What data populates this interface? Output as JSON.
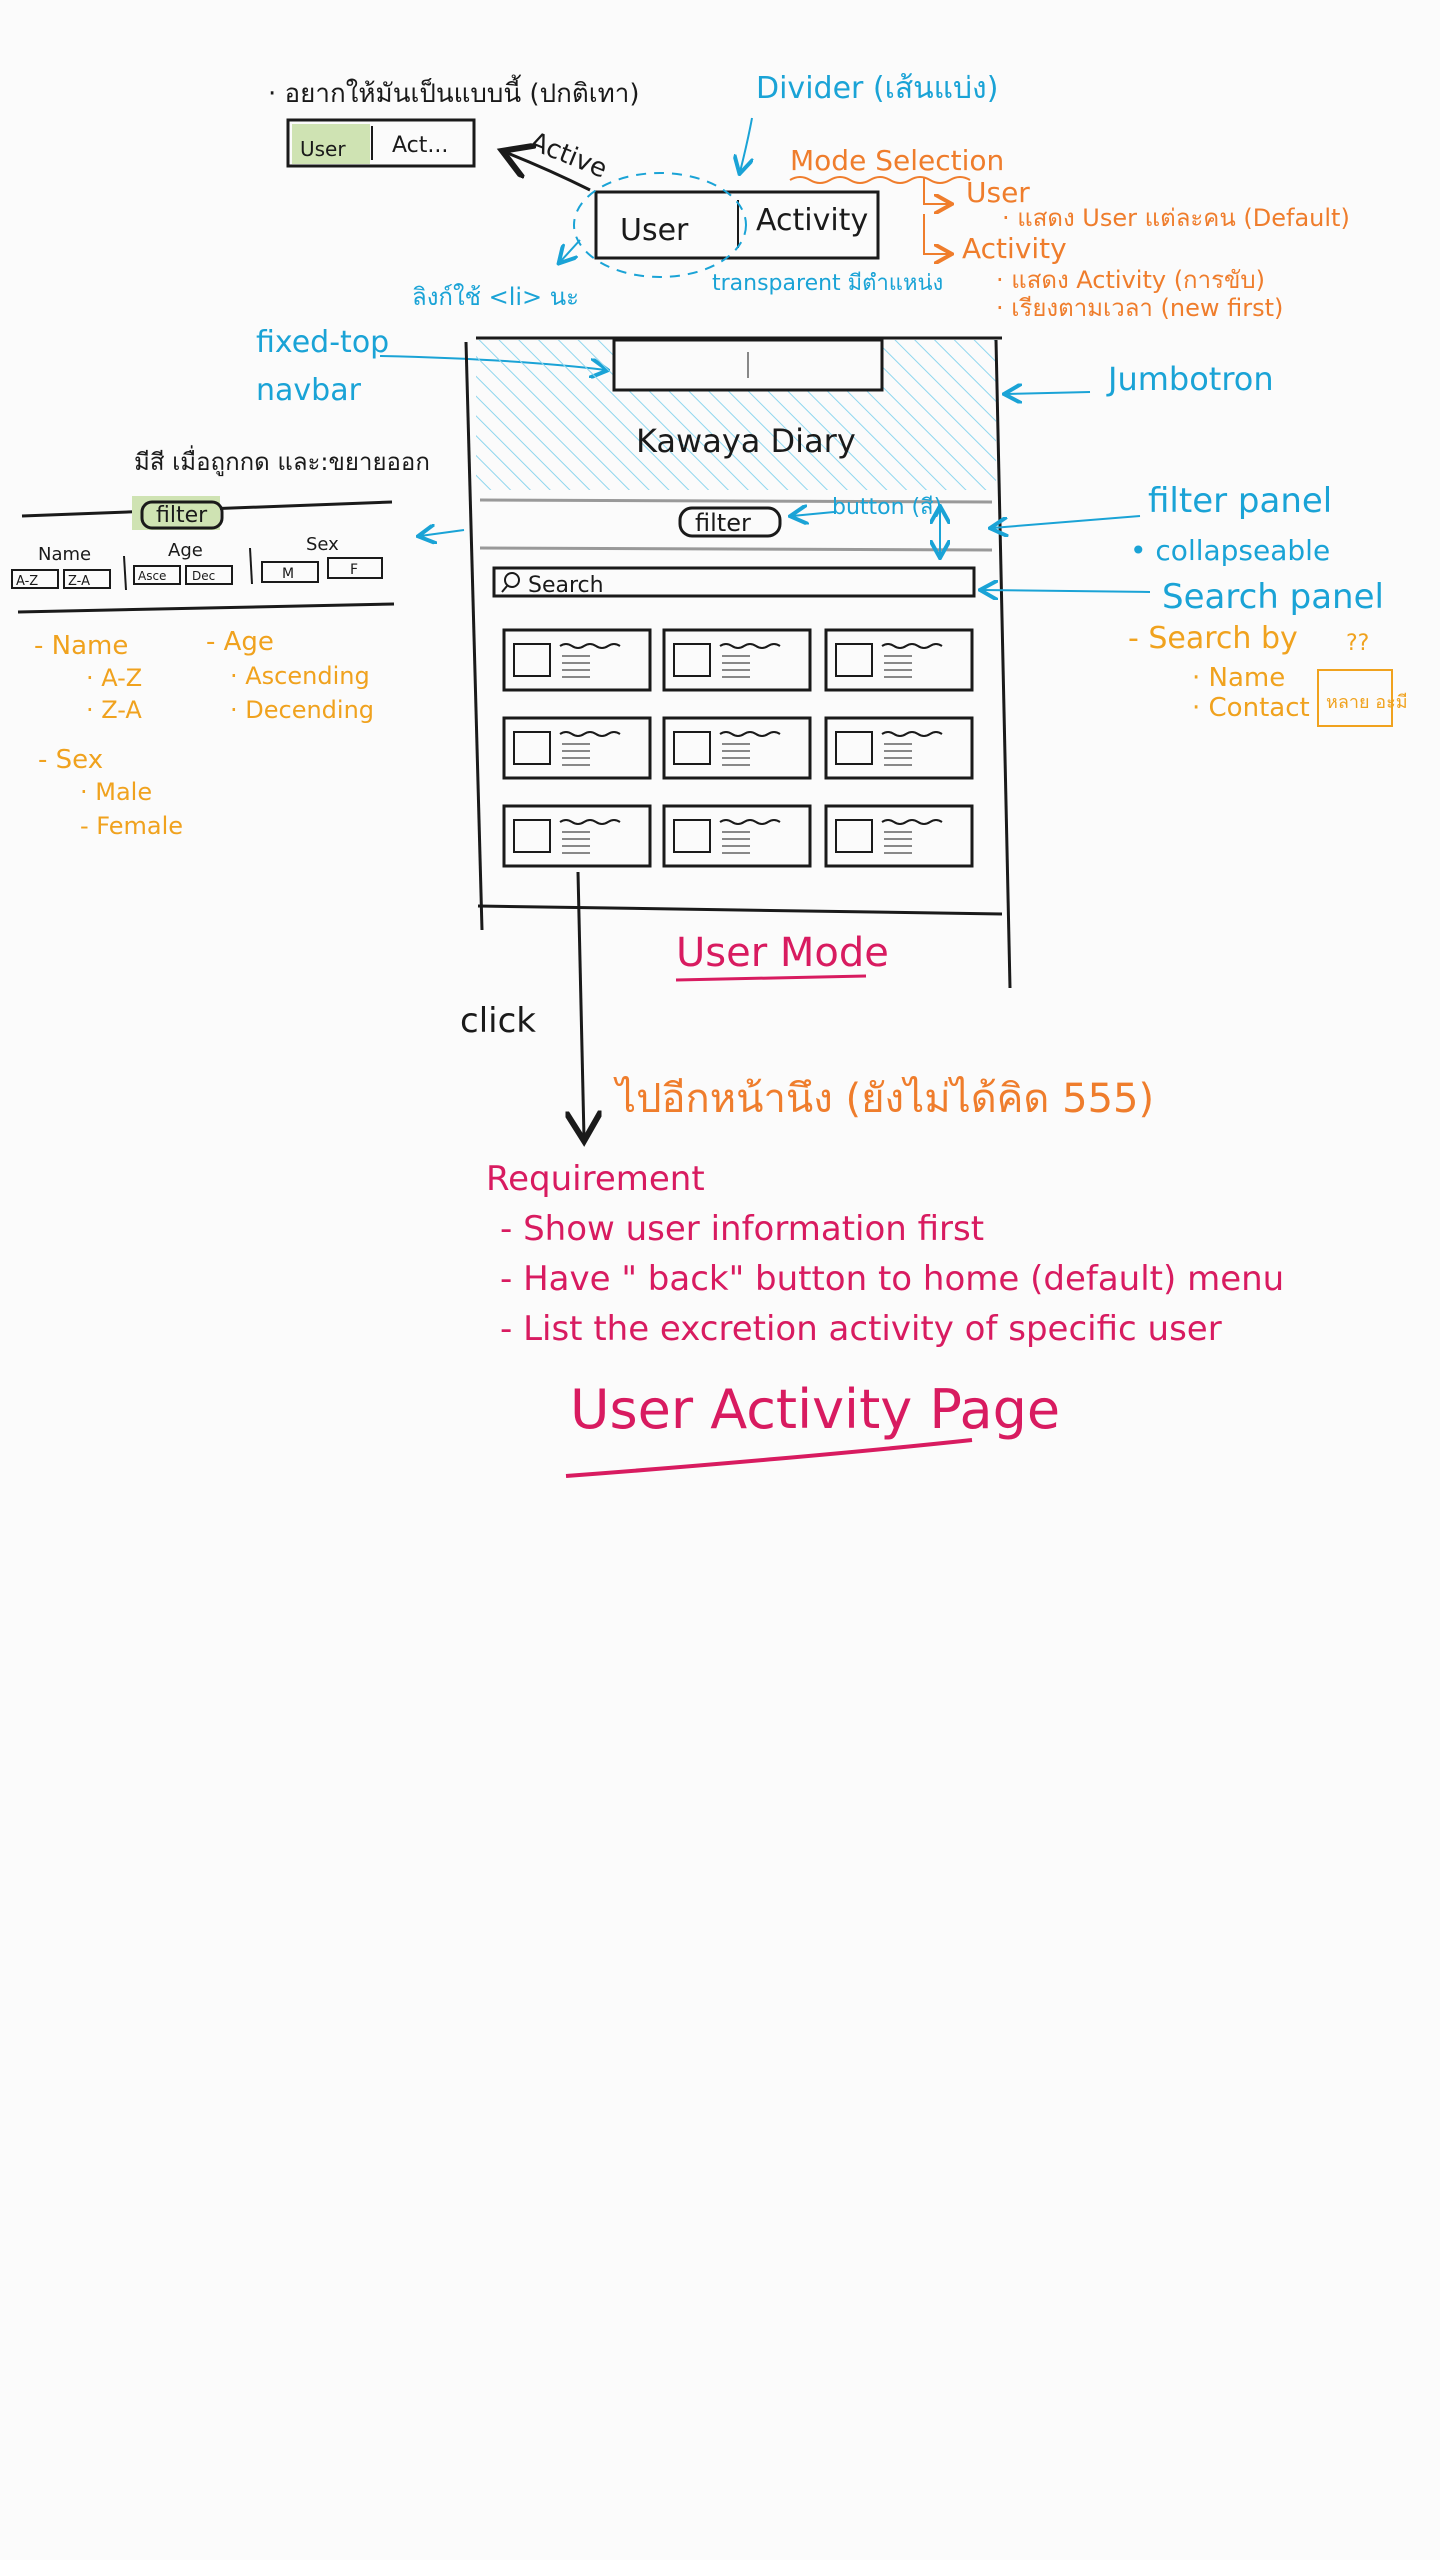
{
  "colors": {
    "ink": "#1a1a1a",
    "cyan": "#1aa3d6",
    "orange": "#ef7d2c",
    "amber": "#f0a21e",
    "magenta": "#d81b60",
    "green_hl": "#cfe3b3",
    "hatch": "#8fd6ee"
  },
  "top_note": {
    "title": "· อยากให้มันเป็นแบบนี้ (ปกติเทา)",
    "tab_user": "User",
    "tab_act": "Act...",
    "active_label": "Active"
  },
  "toggle": {
    "user": "User",
    "activity": "Activity",
    "li_note": "ลิงก์ใช้ <li> นะ",
    "transparent_note": "transparent มีตำแหน่ง"
  },
  "divider_note": "Divider (เส้นแบ่ง)",
  "mode_selection": {
    "title": "Mode Selection",
    "user": "User",
    "user_desc": "· แสดง User แต่ละคน (Default)",
    "activity": "Activity",
    "activity_desc1": "· แสดง Activity (การขับ)",
    "activity_desc2": "· เรียงตามเวลา (new first)"
  },
  "navbar_note": {
    "line1": "fixed-top",
    "line2": "navbar"
  },
  "jumbotron_note": "Jumbotron",
  "wireframe": {
    "title": "Kawaya Diary",
    "filter_button": "filter",
    "button_note": "button (สี)",
    "search": "Search"
  },
  "filter_panel": {
    "heading": "มีสี เมื่อถูกกด และ:ขยายออก",
    "tab": "filter",
    "name_label": "Name",
    "age_label": "Age",
    "sex_label": "Sex",
    "name_btn1": "A-Z",
    "name_btn2": "Z-A",
    "age_btn1": "Asce",
    "age_btn2": "Dec",
    "sex_btn1": "M",
    "sex_btn2": "F"
  },
  "filter_options": {
    "name": "- Name",
    "name_a": "· A-Z",
    "name_z": "· Z-A",
    "age": "- Age",
    "age_asc": "· Ascending",
    "age_desc": "· Decending",
    "sex": "- Sex",
    "sex_m": "· Male",
    "sex_f": "- Female"
  },
  "right_notes": {
    "filter_panel": "filter panel",
    "collapseable": "• collapseable",
    "search_panel": "Search panel",
    "search_by": "- Search by",
    "qq": "??",
    "name": "· Name",
    "contact": "· Contact",
    "box": "หลาย อะมี"
  },
  "user_mode": "User Mode",
  "click": "click",
  "todo_note": "ไปอีกหน้านึง (ยังไม่ได้คิด 555)",
  "requirement": {
    "title": "Requirement",
    "items": [
      "- Show user information first",
      "- Have \" back\" button to home (default) menu",
      "- List the excretion activity of specific user"
    ]
  },
  "page_title": "User Activity Page"
}
